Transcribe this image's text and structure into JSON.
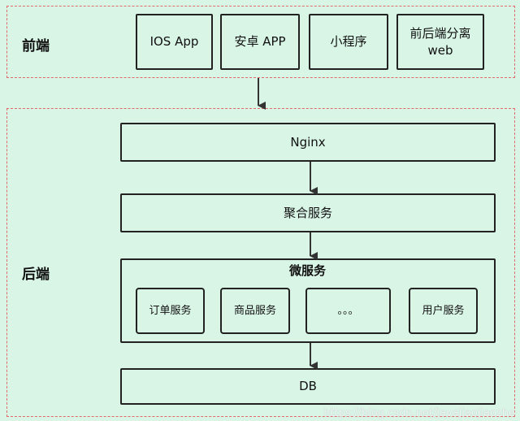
{
  "frontend": {
    "label": "前端",
    "clients": [
      "IOS App",
      "安卓 APP",
      "小程序",
      "前后端分离\nweb"
    ]
  },
  "backend": {
    "label": "后端",
    "nginx": "Nginx",
    "aggregation": "聚合服务",
    "microservices": {
      "title": "微服务",
      "items": [
        "订单服务",
        "商品服务",
        "。。。",
        "用户服务"
      ]
    },
    "db": "DB"
  },
  "watermark": "https://blog.csdn.net/javajiaojiaozhe"
}
